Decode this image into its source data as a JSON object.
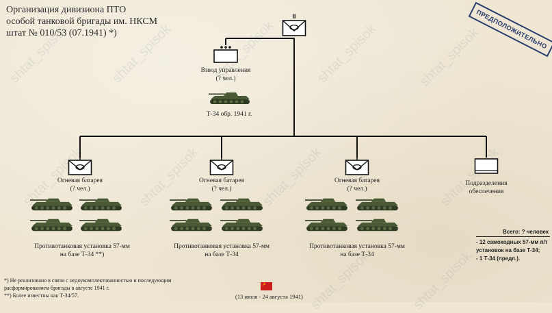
{
  "title": {
    "line1": "Организация дивизиона ПТО",
    "line2": "особой танковой бригады им. НКСМ",
    "line3": "штат № 010/53 (07.1941)     *)"
  },
  "stamp": "ПРЕДПОЛОЖИТЕЛЬНО",
  "hq_mark": "II",
  "platoon": {
    "name": "Взвод управления",
    "count": "(? чел.)",
    "tank_label": "Т-34 обр. 1941 г."
  },
  "batteries": [
    {
      "name": "Огневая батарея",
      "count": "(? чел.)",
      "vehicle": "Противотанковая установка 57-мм",
      "vehicle2": "на базе Т-34    **)"
    },
    {
      "name": "Огневая батарея",
      "count": "(? чел.)",
      "vehicle": "Противотанковая установка 57-мм",
      "vehicle2": "на базе Т-34"
    },
    {
      "name": "Огневая батарея",
      "count": "(? чел.)",
      "vehicle": "Противотанковая установка 57-мм",
      "vehicle2": "на базе Т-34"
    }
  ],
  "support": {
    "line1": "Подразделения",
    "line2": "обеспечения"
  },
  "summary": {
    "head": "Всего: ? человек",
    "line1": "- 12 самоходных 57-мм п/т",
    "line2": "установок на базе Т-34;",
    "line3": "- 1 Т-34 (предп.)."
  },
  "notes": {
    "n1": "*) Не реализовано в связи с недоукомплектованностью и последующим",
    "n2": "расформированием бригады в августе 1941 г.",
    "n3": "**) Более известны как Т-34/57."
  },
  "dates": "(13 июля - 24 августа 1941)",
  "watermark": "shtat_spisok",
  "colors": {
    "background": "#efe7d4",
    "line": "#111111",
    "stamp": "#2b3f6e",
    "flag": "#cc1b1b",
    "tank": "#4a5a34"
  }
}
